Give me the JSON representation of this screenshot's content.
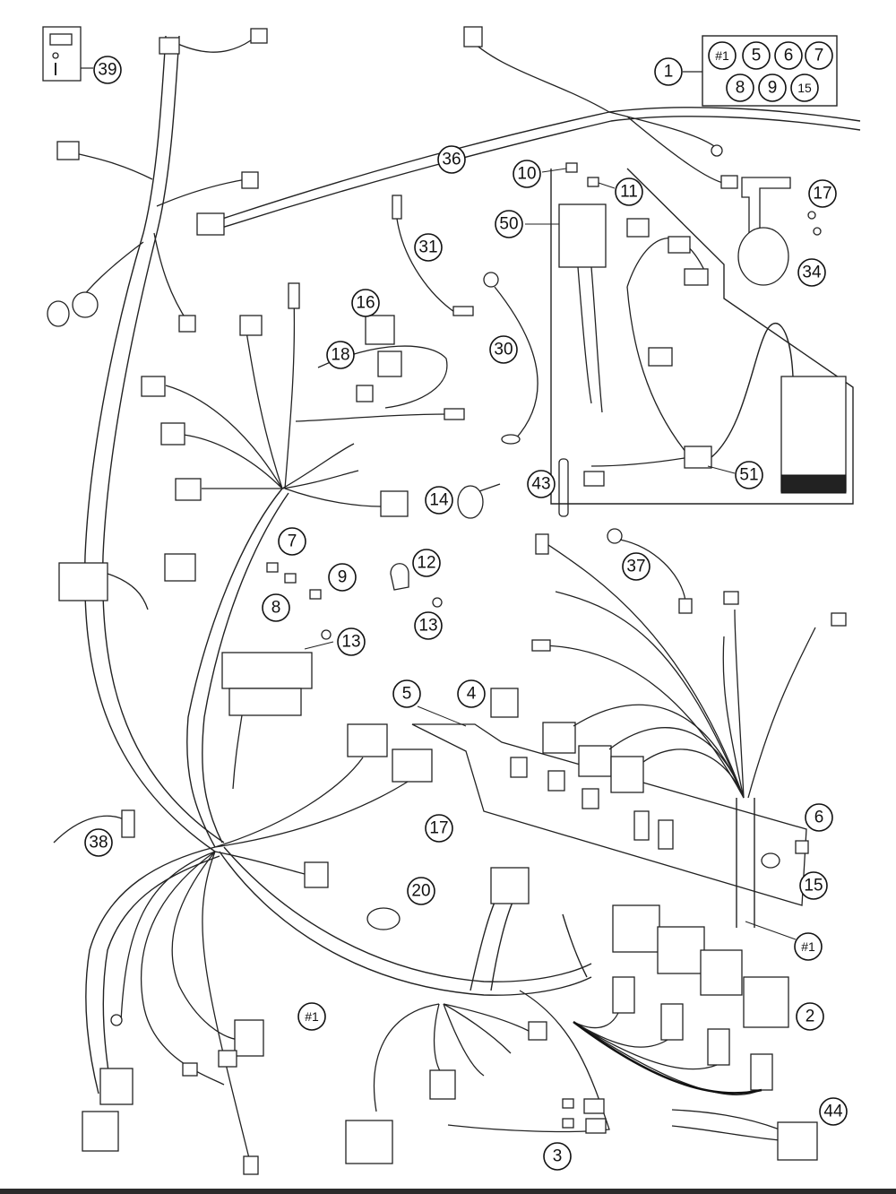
{
  "labels": [
    {
      "id": "1",
      "text": "1"
    },
    {
      "id": "k1",
      "text": "#1"
    },
    {
      "id": "k5",
      "text": "5"
    },
    {
      "id": "k6",
      "text": "6"
    },
    {
      "id": "k7",
      "text": "7"
    },
    {
      "id": "k8",
      "text": "8"
    },
    {
      "id": "k9",
      "text": "9"
    },
    {
      "id": "k15",
      "text": "15"
    },
    {
      "id": "39",
      "text": "39"
    },
    {
      "id": "36",
      "text": "36"
    },
    {
      "id": "10",
      "text": "10"
    },
    {
      "id": "11",
      "text": "11"
    },
    {
      "id": "17a",
      "text": "17"
    },
    {
      "id": "50",
      "text": "50"
    },
    {
      "id": "34",
      "text": "34"
    },
    {
      "id": "31",
      "text": "31"
    },
    {
      "id": "16",
      "text": "16"
    },
    {
      "id": "18",
      "text": "18"
    },
    {
      "id": "30",
      "text": "30"
    },
    {
      "id": "51",
      "text": "51"
    },
    {
      "id": "43",
      "text": "43"
    },
    {
      "id": "14",
      "text": "14"
    },
    {
      "id": "7",
      "text": "7"
    },
    {
      "id": "12",
      "text": "12"
    },
    {
      "id": "37",
      "text": "37"
    },
    {
      "id": "8",
      "text": "8"
    },
    {
      "id": "9",
      "text": "9"
    },
    {
      "id": "13a",
      "text": "13"
    },
    {
      "id": "13b",
      "text": "13"
    },
    {
      "id": "5",
      "text": "5"
    },
    {
      "id": "4",
      "text": "4"
    },
    {
      "id": "17b",
      "text": "17"
    },
    {
      "id": "6",
      "text": "6"
    },
    {
      "id": "15",
      "text": "15"
    },
    {
      "id": "38",
      "text": "38"
    },
    {
      "id": "20",
      "text": "20"
    },
    {
      "id": "h1a",
      "text": "#1"
    },
    {
      "id": "h1b",
      "text": "#1"
    },
    {
      "id": "2",
      "text": "2"
    },
    {
      "id": "3",
      "text": "3"
    },
    {
      "id": "44",
      "text": "44"
    }
  ]
}
